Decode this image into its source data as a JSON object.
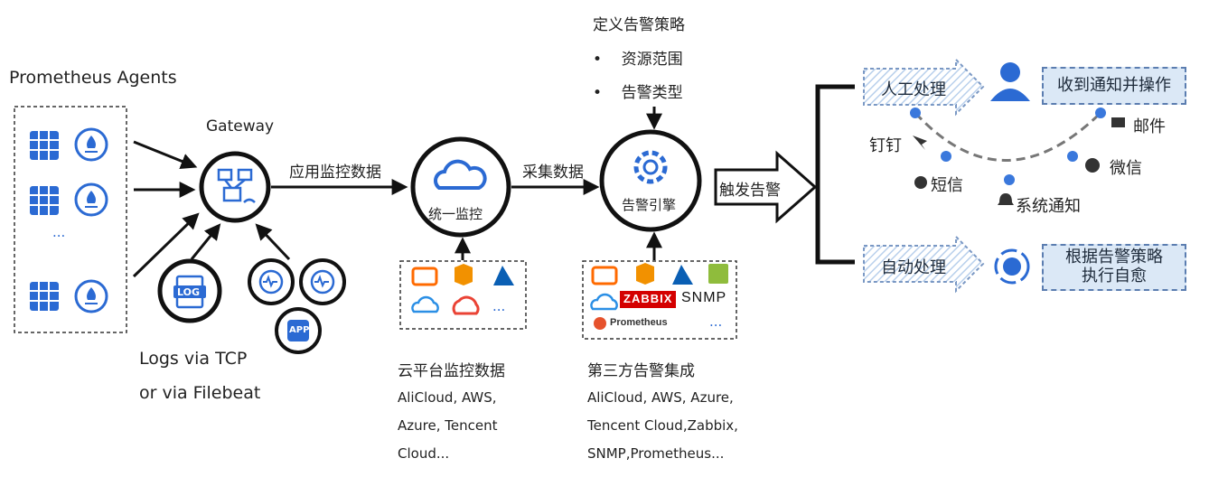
{
  "agents": {
    "title": "Prometheus Agents",
    "ellipsis": "..."
  },
  "gateway": {
    "label": "Gateway"
  },
  "logs": {
    "line1": "Logs via TCP",
    "line2": "or via Filebeat",
    "log_badge": "LOG",
    "app_badge": "APP"
  },
  "flows": {
    "app_monitoring": "应用监控数据",
    "collect": "采集数据",
    "trigger": "触发告警"
  },
  "unified_monitor": {
    "label": "统一监控"
  },
  "alert_engine": {
    "label": "告警引擎"
  },
  "policy": {
    "title": "定义告警策略",
    "items": [
      "资源范围",
      "告警类型"
    ]
  },
  "cloud_sources": {
    "title": "云平台监控数据",
    "desc_lines": [
      "AliCloud, AWS,",
      "Azure, Tencent",
      "Cloud..."
    ],
    "ellipsis": "..."
  },
  "third_party": {
    "title": "第三方告警集成",
    "desc_lines": [
      "AliCloud, AWS, Azure,",
      "Tencent Cloud,Zabbix,",
      "SNMP,Prometheus..."
    ],
    "zabbix": "ZABBIX",
    "snmp": "SNMP",
    "prometheus": "Prometheus",
    "ellipsis": "..."
  },
  "manual": {
    "label": "人工处理",
    "result": "收到通知并操作"
  },
  "auto": {
    "label": "自动处理",
    "result_line1": "根据告警策略",
    "result_line2": "执行自愈"
  },
  "channels": {
    "dingtalk": "钉钉",
    "sms": "短信",
    "system": "系统通知",
    "wechat": "微信",
    "email": "邮件"
  }
}
